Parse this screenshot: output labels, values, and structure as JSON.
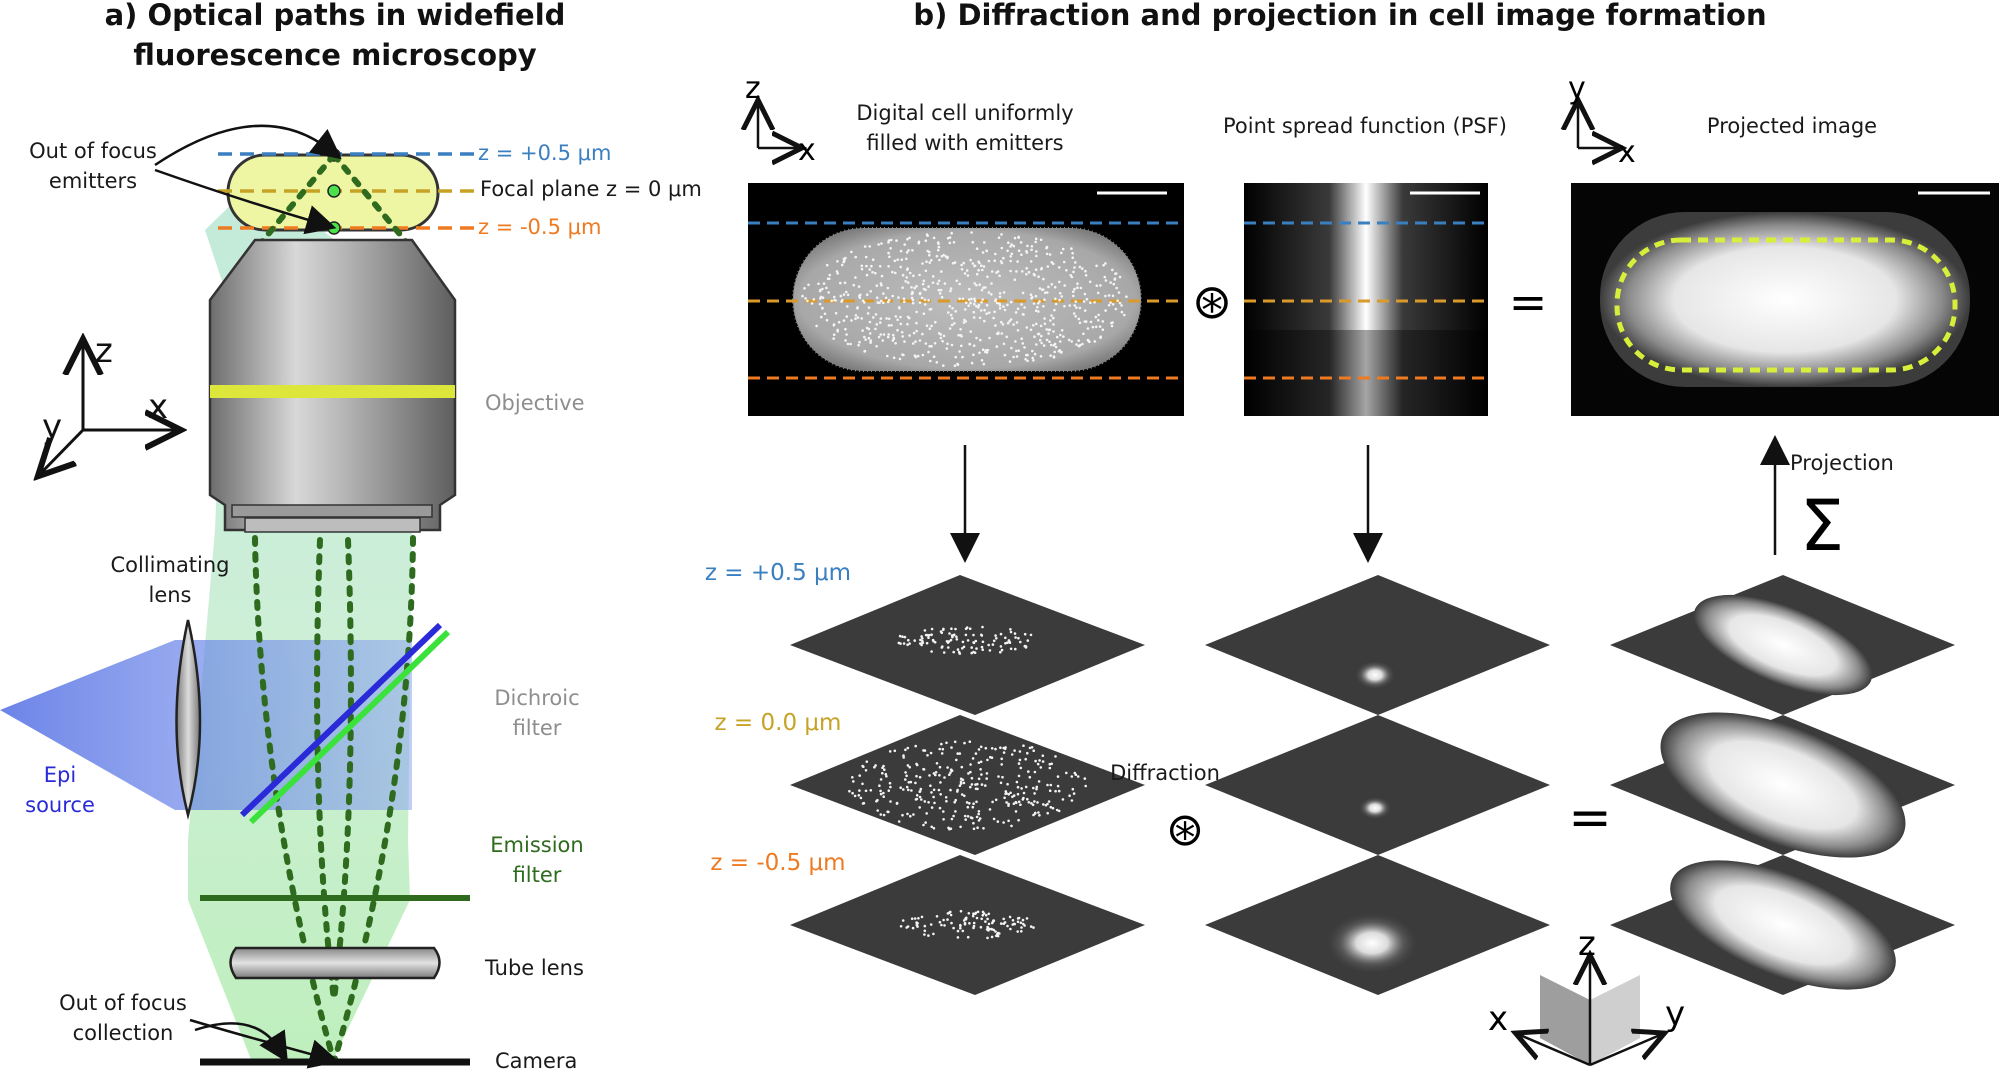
{
  "panel_a": {
    "title_line1": "a) Optical paths in widefield",
    "title_line2": "fluorescence microscopy",
    "out_of_focus_emitters_line1": "Out of focus",
    "out_of_focus_emitters_line2": "emitters",
    "z_plus": "z = +0.5 μm",
    "focal_plane": "Focal plane z = 0 μm",
    "z_minus": "z = -0.5 μm",
    "axis_z": "z",
    "axis_x": "x",
    "axis_y": "y",
    "objective": "Objective",
    "collimating_line1": "Collimating",
    "collimating_line2": "lens",
    "dichroic_line1": "Dichroic",
    "dichroic_line2": "filter",
    "epi_line1": "Epi",
    "epi_line2": "source",
    "emission_line1": "Emission",
    "emission_line2": "filter",
    "tube_lens": "Tube lens",
    "out_of_focus_collection_line1": "Out of focus",
    "out_of_focus_collection_line2": "collection",
    "camera": "Camera"
  },
  "panel_b": {
    "title": "b) Diffraction and projection in cell image formation",
    "axis_z": "z",
    "axis_x": "x",
    "axis_y": "y",
    "digital_cell_line1": "Digital cell uniformly",
    "digital_cell_line2": "filled with emitters",
    "psf": "Point spread function (PSF)",
    "projected_image": "Projected image",
    "convolve_symbol": "⊛",
    "equals_symbol": "=",
    "projection": "Projection",
    "sigma": "Σ",
    "z_plus": "z = +0.5 μm",
    "z_zero": "z = 0.0 μm",
    "z_minus": "z = -0.5 μm",
    "diffraction": "Diffraction"
  },
  "colors": {
    "z_plus": "#3a7fc0",
    "z_zero": "#c6a326",
    "z_minus": "#ee7a22",
    "epi_blue": "#3a4fd8",
    "emission_green": "#2e6b1e",
    "dashed_green": "#2e6b1e",
    "outline_yellow": "#d7ef3a"
  }
}
